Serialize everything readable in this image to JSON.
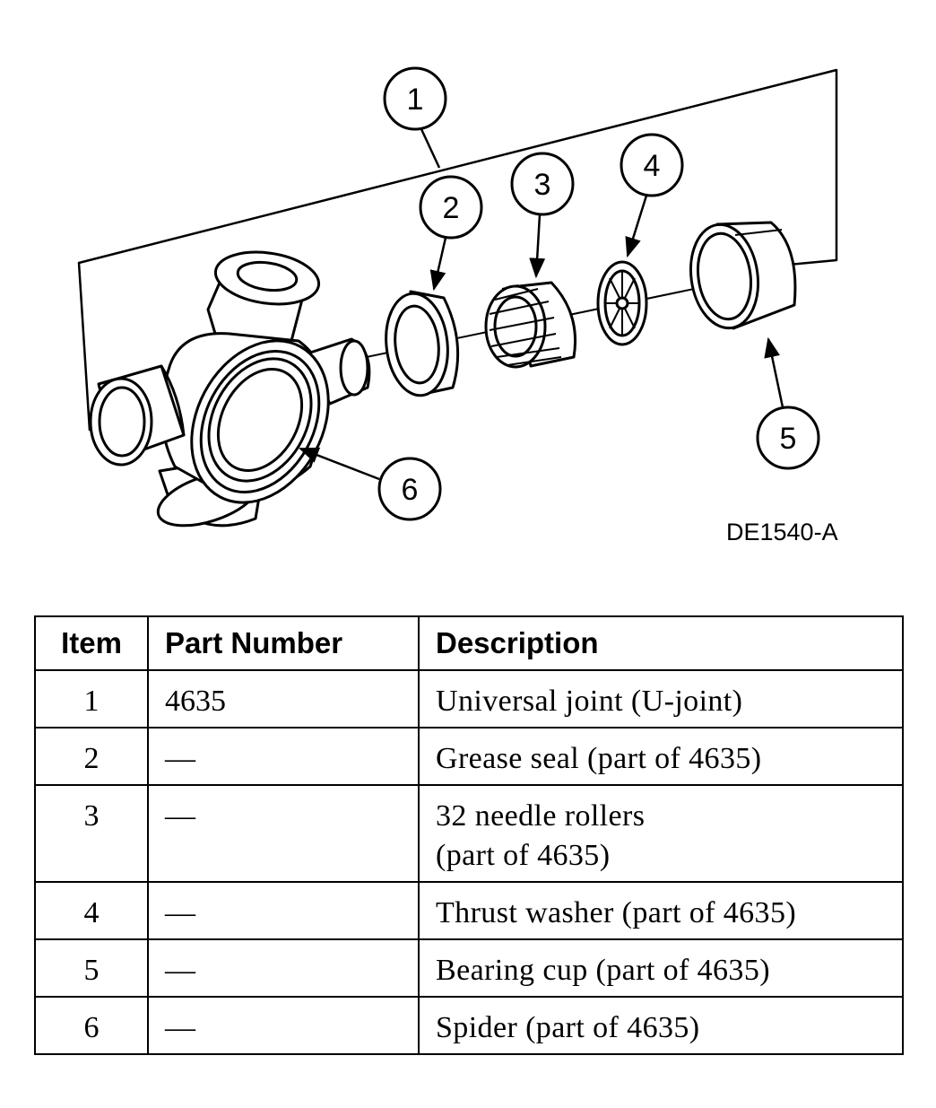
{
  "figure": {
    "id_label": "DE1540-A",
    "callouts": [
      "1",
      "2",
      "3",
      "4",
      "5",
      "6"
    ]
  },
  "table": {
    "headers": [
      "Item",
      "Part Number",
      "Description"
    ],
    "rows": [
      {
        "item": "1",
        "part": "4635",
        "desc": "Universal joint (U-joint)"
      },
      {
        "item": "2",
        "part": "—",
        "desc": "Grease seal (part of 4635)"
      },
      {
        "item": "3",
        "part": "—",
        "desc": "32 needle rollers\n(part of 4635)"
      },
      {
        "item": "4",
        "part": "—",
        "desc": "Thrust washer (part of 4635)"
      },
      {
        "item": "5",
        "part": "—",
        "desc": "Bearing cup (part of 4635)"
      },
      {
        "item": "6",
        "part": "—",
        "desc": "Spider (part of 4635)"
      }
    ]
  }
}
